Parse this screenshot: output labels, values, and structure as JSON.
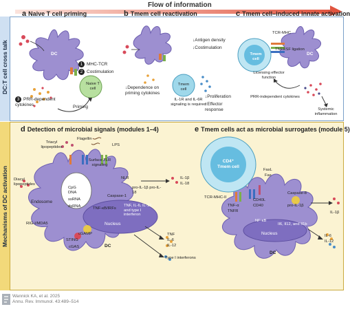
{
  "flow_title": "Flow of information",
  "side_labels": {
    "top": "DC:T cell cross talk",
    "bottom": "Mechanisms of DC activation"
  },
  "panels": {
    "a": {
      "letter": "a",
      "title": "Naive T cell priming",
      "dc": "DC",
      "t_cell": "Naive T cell",
      "steps": [
        {
          "num": "1",
          "text": "MHC-TCR"
        },
        {
          "num": "2",
          "text": "Costimulation"
        },
        {
          "num": "3",
          "text": "PRR-dependent cytokines"
        }
      ],
      "priming": "Priming"
    },
    "b": {
      "letter": "b",
      "title": "Tmem cell reactivation",
      "antigen": "↓Antigen density",
      "costim": "↓Costimulation",
      "dependence": "↓Dependence on priming cytokines",
      "tmem": "Tmem cell",
      "il1r": "IL-1R and IL-6R signaling is required",
      "prolif": "↓Proliferation",
      "effector": "↑Effector response"
    },
    "c": {
      "letter": "c",
      "title": "Tmem cell–induced innate activation",
      "tcr_mhc": "TCR-MHC",
      "tnfrsf": "TNFRSF ligation",
      "tmem": "Tmem cell",
      "dc": "DC",
      "licensing": "Licensing effector function",
      "prr_indep": "PRR-independent cytokines",
      "systemic": "Systemic inflammation"
    },
    "d": {
      "letter": "d",
      "title": "Detection of microbial signals (modules 1–4)",
      "triacyl": "Triacyl lipopeptides",
      "flagellin": "Flagellin",
      "lps": "LPS",
      "surface_tlr": "Surface TLR signaling",
      "diacyl": "Diacyl lipopeptides",
      "nlr": "NLR",
      "endosome": "Endosome",
      "cpg": "CpG DNA",
      "ssrna": "ssRNA",
      "dsrna": "dsRNA",
      "caspase1": "Caspase-1",
      "pro_il": "pro-IL-1β pro-IL-18",
      "rigi": "RIG-I/MDA5",
      "tnf_irf": "TNF-κB/IRFs",
      "nucleus_genes": "TNF, IL-6, IL-12, and type I interferon",
      "nucleus": "Nucleus",
      "cgamp": "cGAMP",
      "sting": "STING",
      "cgas": "cGAS",
      "dc": "DC",
      "out1": [
        "IL-1β",
        "IL-18"
      ],
      "out2": [
        "TNF",
        "IL-6",
        "IL-12"
      ],
      "out3": "Type I interferons"
    },
    "e": {
      "letter": "e",
      "title": "Tmem cells act as microbial surrogates (module 5)",
      "tmem": "CD4⁺ Tmem cell",
      "fasl": "FasL",
      "fas": "Fas",
      "tcr_mhc": "TCR-MHC-II",
      "caspase8": "Caspase-8",
      "pro_il1b": "pro-IL-1β",
      "tnfa": "TNF-α",
      "tnfr": "TNFR",
      "cd40l": "CD40L",
      "cd40": "CD40",
      "nfkb": "NF-κB",
      "genes": "Il6, Il12, and Il1b",
      "nucleus": "Nucleus",
      "dc": "DC",
      "il1b": "IL-1β",
      "il6": "IL-6",
      "il12": "IL-12"
    }
  },
  "footer": {
    "line1": "Wannick KA, et al. 2025",
    "line2": "Annu. Rev. Immunol. 43:489–514"
  }
}
